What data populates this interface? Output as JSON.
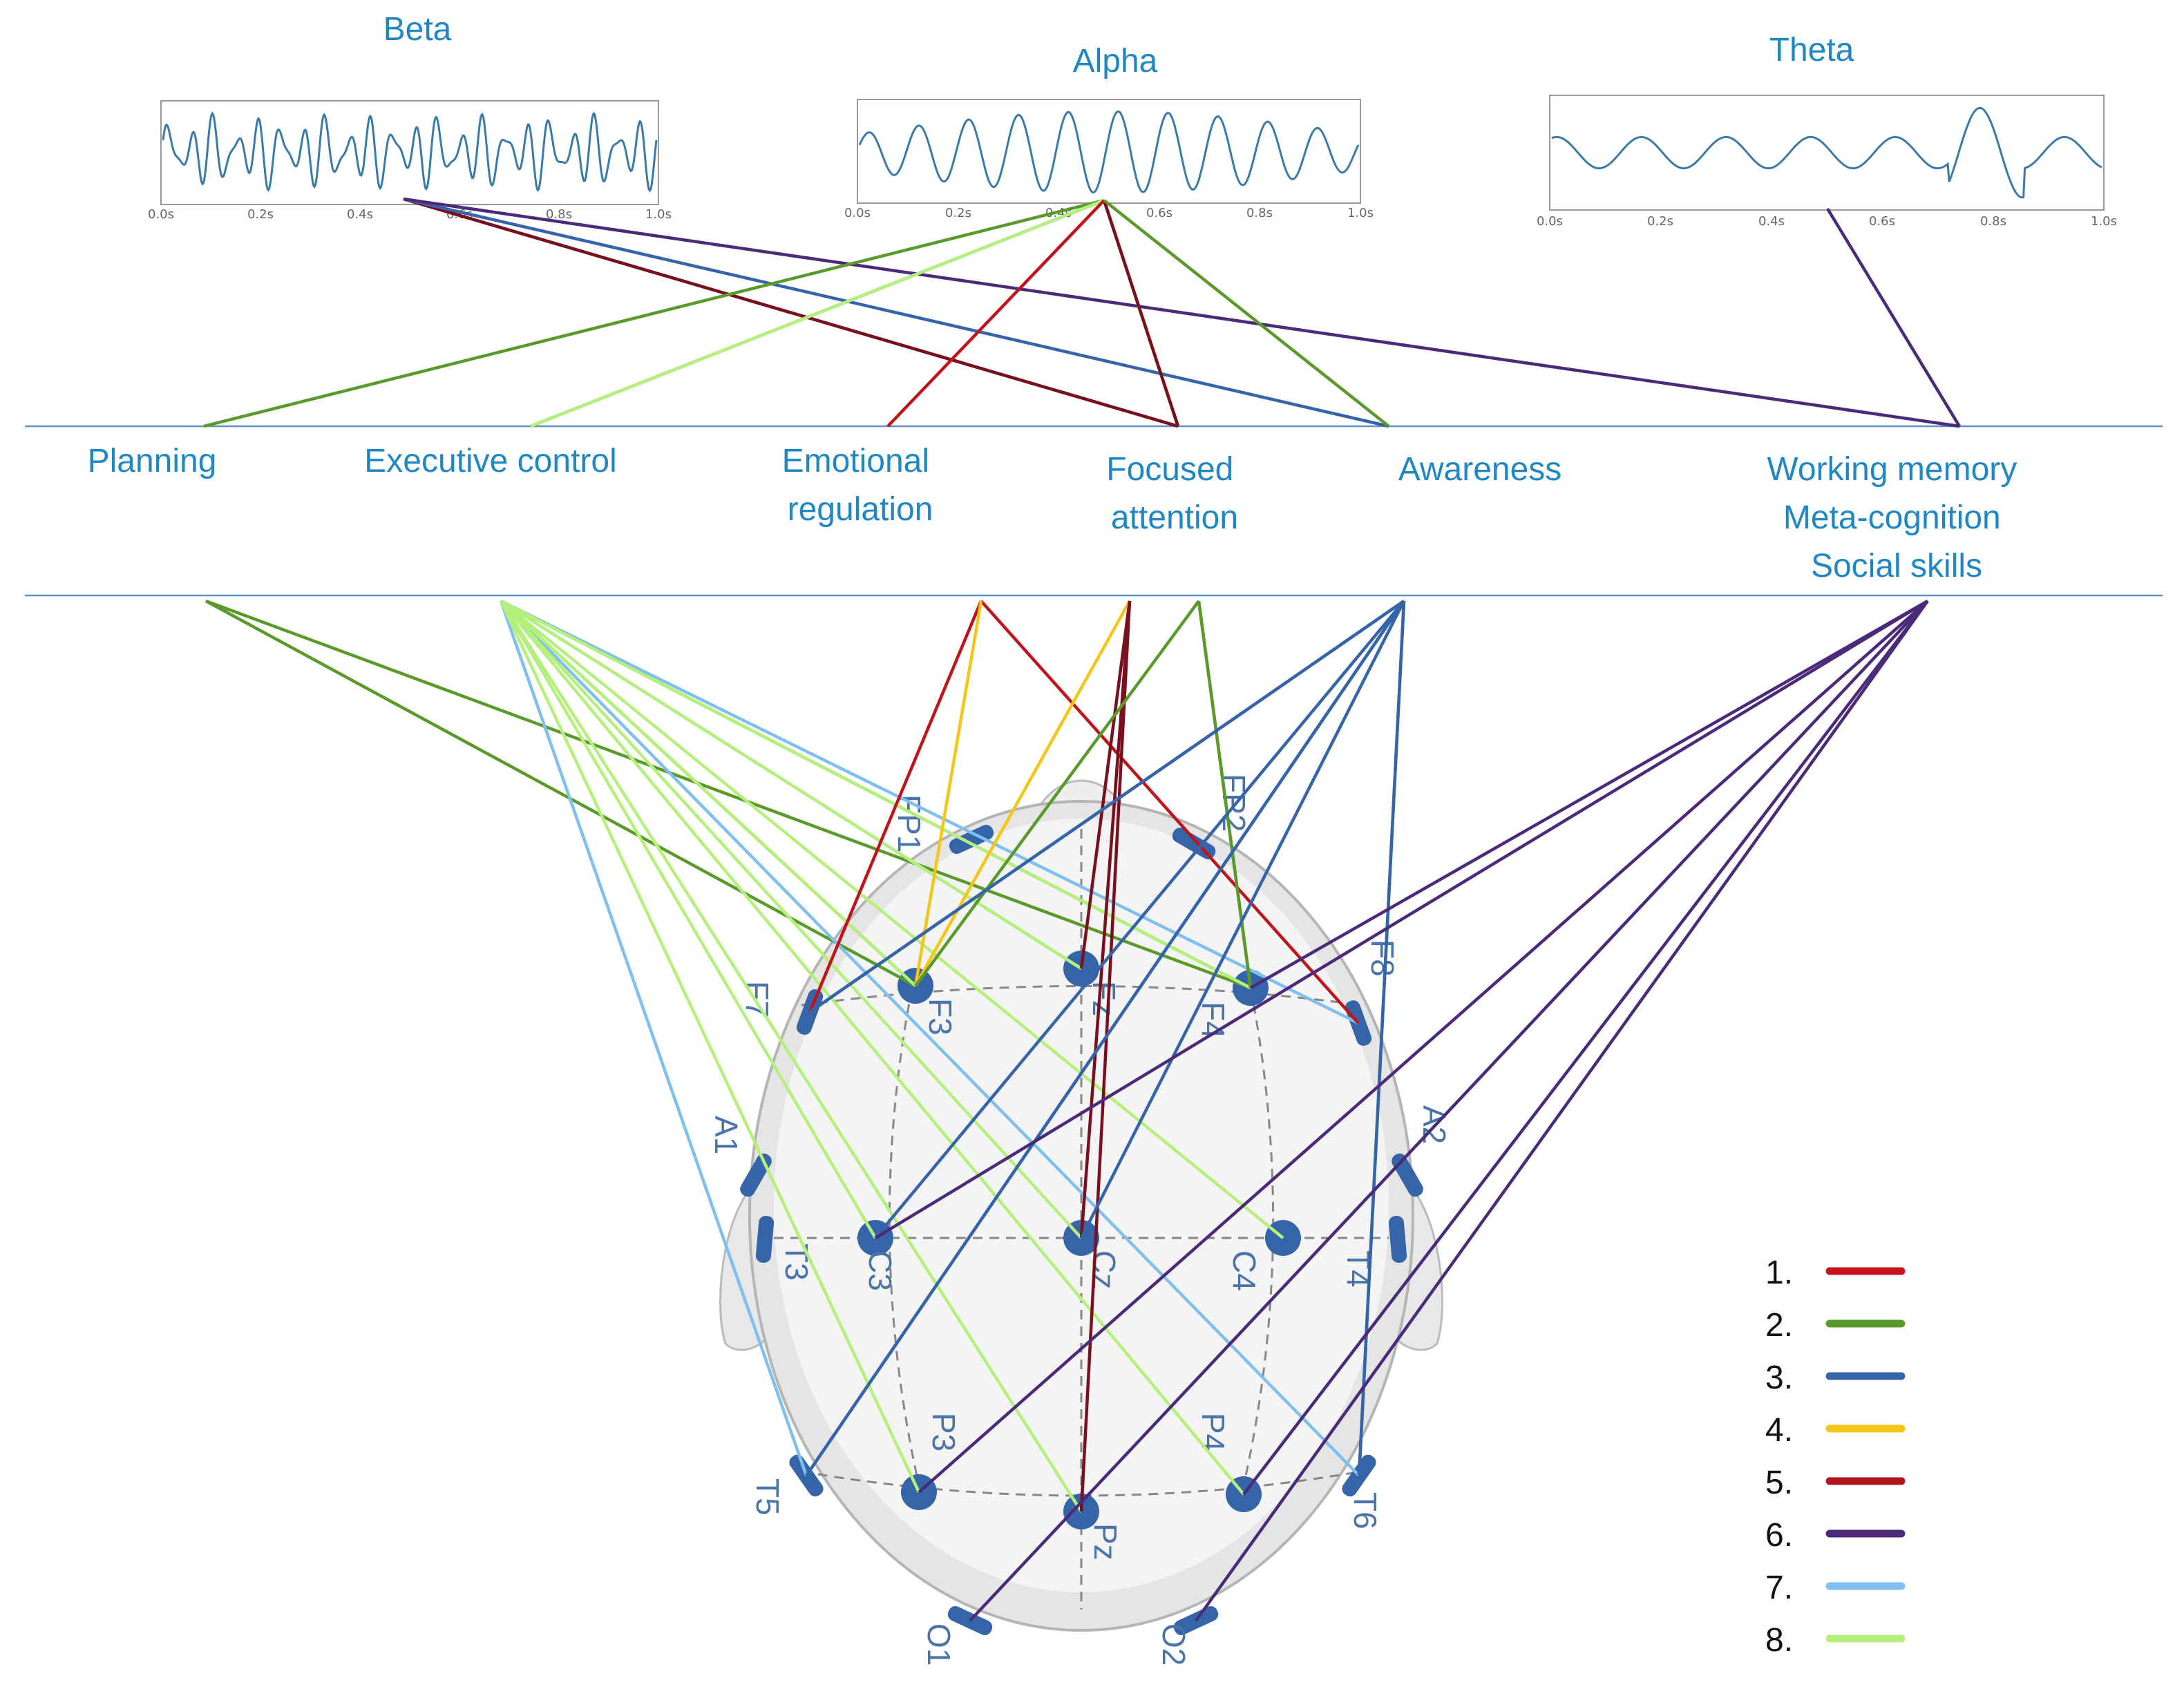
{
  "waves": [
    {
      "id": "beta",
      "title": "Beta",
      "ticks": [
        "0.0s",
        "0.2s",
        "0.4s",
        "0.6s",
        "0.8s",
        "1.0s"
      ]
    },
    {
      "id": "alpha",
      "title": "Alpha",
      "ticks": [
        "0.0s",
        "0.2s",
        "0.4s",
        "0.6s",
        "0.8s",
        "1.0s"
      ]
    },
    {
      "id": "theta",
      "title": "Theta",
      "ticks": [
        "0.0s",
        "0.2s",
        "0.4s",
        "0.6s",
        "0.8s",
        "1.0s"
      ]
    }
  ],
  "functions": [
    {
      "id": "planning",
      "lines": [
        "Planning"
      ]
    },
    {
      "id": "executive",
      "lines": [
        "Executive control"
      ]
    },
    {
      "id": "emotional",
      "lines": [
        "Emotional",
        "regulation"
      ]
    },
    {
      "id": "focused",
      "lines": [
        "Focused",
        "attention"
      ]
    },
    {
      "id": "awareness",
      "lines": [
        "Awareness"
      ]
    },
    {
      "id": "working",
      "lines": [
        "Working memory",
        "Meta-cognition",
        "Social skills"
      ]
    }
  ],
  "electrodes": [
    {
      "id": "FP1",
      "label": "FP1"
    },
    {
      "id": "FP2",
      "label": "FP2"
    },
    {
      "id": "F7",
      "label": "F7"
    },
    {
      "id": "F3",
      "label": "F3"
    },
    {
      "id": "Fz",
      "label": "Fz"
    },
    {
      "id": "F4",
      "label": "F4"
    },
    {
      "id": "F8",
      "label": "F8"
    },
    {
      "id": "A1",
      "label": "A1"
    },
    {
      "id": "A2",
      "label": "A2"
    },
    {
      "id": "T3",
      "label": "T3"
    },
    {
      "id": "C3",
      "label": "C3"
    },
    {
      "id": "Cz",
      "label": "Cz"
    },
    {
      "id": "C4",
      "label": "C4"
    },
    {
      "id": "T4",
      "label": "T4"
    },
    {
      "id": "T5",
      "label": "T5"
    },
    {
      "id": "P3",
      "label": "P3"
    },
    {
      "id": "Pz",
      "label": "Pz"
    },
    {
      "id": "P4",
      "label": "P4"
    },
    {
      "id": "T6",
      "label": "T6"
    },
    {
      "id": "O1",
      "label": "O1"
    },
    {
      "id": "O2",
      "label": "O2"
    }
  ],
  "legend": [
    {
      "label": "1.",
      "color": "#c0131c"
    },
    {
      "label": "2.",
      "color": "#5a9a2a"
    },
    {
      "label": "3.",
      "color": "#3565a8"
    },
    {
      "label": "4.",
      "color": "#f5c518"
    },
    {
      "label": "5.",
      "color": "#b0141c"
    },
    {
      "label": "6.",
      "color": "#4b2a7a"
    },
    {
      "label": "7.",
      "color": "#7fc0ef"
    },
    {
      "label": "8.",
      "color": "#b5f07c"
    }
  ],
  "wave_links": [
    {
      "from": "beta",
      "to": "focused",
      "color": "#3565a8"
    },
    {
      "from": "beta",
      "to": "focused",
      "color": "#7a0f1e"
    },
    {
      "from": "beta",
      "to": "awareness",
      "color": "#3565a8"
    },
    {
      "from": "beta",
      "to": "working",
      "color": "#4b2a7a"
    },
    {
      "from": "alpha",
      "to": "planning",
      "color": "#5a9a2a"
    },
    {
      "from": "alpha",
      "to": "executive",
      "color": "#5a9a2a"
    },
    {
      "from": "alpha",
      "to": "executive",
      "color": "#7fc0ef"
    },
    {
      "from": "alpha",
      "to": "executive",
      "color": "#b5f07c"
    },
    {
      "from": "alpha",
      "to": "emotional",
      "color": "#c0131c"
    },
    {
      "from": "alpha",
      "to": "focused",
      "color": "#f5c518"
    },
    {
      "from": "alpha",
      "to": "focused",
      "color": "#5a9a2a"
    },
    {
      "from": "alpha",
      "to": "focused",
      "color": "#7a0f1e"
    },
    {
      "from": "alpha",
      "to": "awareness",
      "color": "#5a9a2a"
    },
    {
      "from": "theta",
      "to": "working",
      "color": "#4b2a7a"
    }
  ],
  "head_links": [
    {
      "from": "planning",
      "to": "F3",
      "color": "#5a9a2a"
    },
    {
      "from": "planning",
      "to": "F4",
      "color": "#5a9a2a"
    },
    {
      "from": "executive",
      "to": "F3",
      "color": "#5a9a2a"
    },
    {
      "from": "executive",
      "to": "F4",
      "color": "#5a9a2a"
    },
    {
      "from": "executive",
      "to": "F8",
      "color": "#7fc0ef"
    },
    {
      "from": "executive",
      "to": "T5",
      "color": "#7fc0ef"
    },
    {
      "from": "executive",
      "to": "T6",
      "color": "#7fc0ef"
    },
    {
      "from": "executive",
      "to": "Fz",
      "color": "#7fc0ef"
    },
    {
      "from": "executive",
      "to": "F3",
      "color": "#b5f07c"
    },
    {
      "from": "executive",
      "to": "F4",
      "color": "#b5f07c"
    },
    {
      "from": "executive",
      "to": "C3",
      "color": "#b5f07c"
    },
    {
      "from": "executive",
      "to": "Cz",
      "color": "#b5f07c"
    },
    {
      "from": "executive",
      "to": "C4",
      "color": "#b5f07c"
    },
    {
      "from": "executive",
      "to": "P3",
      "color": "#b5f07c"
    },
    {
      "from": "executive",
      "to": "P4",
      "color": "#b5f07c"
    },
    {
      "from": "executive",
      "to": "Pz",
      "color": "#b5f07c"
    },
    {
      "from": "executive",
      "to": "Fz",
      "color": "#b5f07c"
    },
    {
      "from": "emotional",
      "to": "F7",
      "color": "#c0131c"
    },
    {
      "from": "emotional",
      "to": "F8",
      "color": "#c0131c"
    },
    {
      "from": "emotional",
      "to": "F3",
      "color": "#f5c518"
    },
    {
      "from": "focused",
      "to": "F3",
      "color": "#f5c518"
    },
    {
      "from": "focused",
      "to": "Fz",
      "color": "#7a0f1e"
    },
    {
      "from": "focused",
      "to": "Cz",
      "color": "#7a0f1e"
    },
    {
      "from": "focused",
      "to": "Pz",
      "color": "#7a0f1e"
    },
    {
      "from": "awareness",
      "to": "F3",
      "color": "#5a9a2a"
    },
    {
      "from": "awareness",
      "to": "F4",
      "color": "#5a9a2a"
    },
    {
      "from": "awareness",
      "to": "F4",
      "color": "#5a9a2a"
    },
    {
      "from": "awareness",
      "to": "F7",
      "color": "#3565a8"
    },
    {
      "from": "awareness",
      "to": "C3",
      "color": "#3565a8"
    },
    {
      "from": "awareness",
      "to": "T5",
      "color": "#3565a8"
    },
    {
      "from": "awareness",
      "to": "T6",
      "color": "#3565a8"
    },
    {
      "from": "awareness",
      "to": "F7",
      "color": "#3565a8"
    },
    {
      "from": "awareness",
      "to": "T5",
      "color": "#3565a8"
    },
    {
      "from": "awareness",
      "to": "T6",
      "color": "#3565a8"
    },
    {
      "from": "awareness",
      "to": "Cz",
      "color": "#3565a8"
    },
    {
      "from": "working",
      "to": "C3",
      "color": "#4b2a7a"
    },
    {
      "from": "working",
      "to": "P3",
      "color": "#4b2a7a"
    },
    {
      "from": "working",
      "to": "P4",
      "color": "#4b2a7a"
    },
    {
      "from": "working",
      "to": "O1",
      "color": "#4b2a7a"
    },
    {
      "from": "working",
      "to": "O2",
      "color": "#4b2a7a"
    },
    {
      "from": "working",
      "to": "F4",
      "color": "#4b2a7a"
    }
  ]
}
